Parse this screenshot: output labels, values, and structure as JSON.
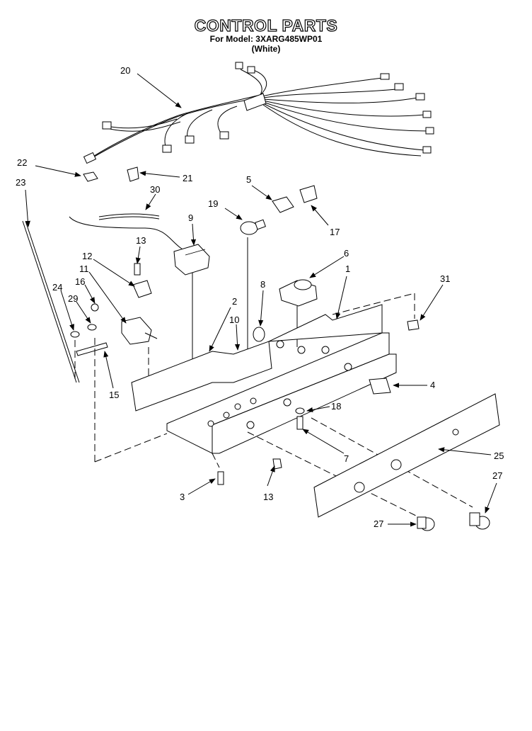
{
  "header": {
    "title": "CONTROL PARTS",
    "model_line": "For Model: 3XARG485WP01",
    "color_line": "(White)"
  },
  "callouts": [
    {
      "id": "c1",
      "label": "1"
    },
    {
      "id": "c2",
      "label": "2"
    },
    {
      "id": "c3",
      "label": "3"
    },
    {
      "id": "c4",
      "label": "4"
    },
    {
      "id": "c5",
      "label": "5"
    },
    {
      "id": "c6",
      "label": "6"
    },
    {
      "id": "c7",
      "label": "7"
    },
    {
      "id": "c8",
      "label": "8"
    },
    {
      "id": "c9",
      "label": "9"
    },
    {
      "id": "c10",
      "label": "10"
    },
    {
      "id": "c11",
      "label": "11"
    },
    {
      "id": "c12",
      "label": "12"
    },
    {
      "id": "c13a",
      "label": "13"
    },
    {
      "id": "c13b",
      "label": "13"
    },
    {
      "id": "c15",
      "label": "15"
    },
    {
      "id": "c16",
      "label": "16"
    },
    {
      "id": "c17",
      "label": "17"
    },
    {
      "id": "c18",
      "label": "18"
    },
    {
      "id": "c19",
      "label": "19"
    },
    {
      "id": "c20",
      "label": "20"
    },
    {
      "id": "c21",
      "label": "21"
    },
    {
      "id": "c22",
      "label": "22"
    },
    {
      "id": "c23",
      "label": "23"
    },
    {
      "id": "c24",
      "label": "24"
    },
    {
      "id": "c25",
      "label": "25"
    },
    {
      "id": "c27a",
      "label": "27"
    },
    {
      "id": "c27b",
      "label": "27"
    },
    {
      "id": "c29",
      "label": "29"
    },
    {
      "id": "c30",
      "label": "30"
    },
    {
      "id": "c31",
      "label": "31"
    }
  ]
}
